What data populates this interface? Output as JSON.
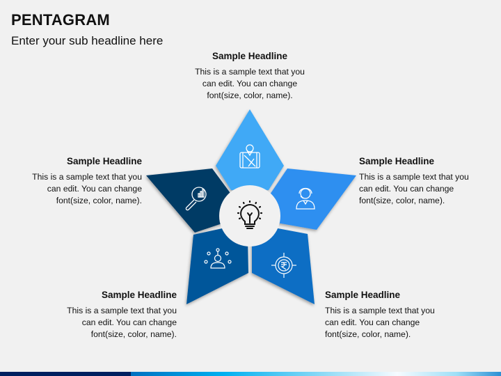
{
  "header": {
    "title": "PENTAGRAM",
    "subtitle": "Enter your sub headline here"
  },
  "items": [
    {
      "position": "top",
      "headline": "Sample Headline",
      "text": [
        "This is a sample text that you",
        "can edit. You can change",
        "font(size, color, name)."
      ],
      "icon": "map-location-icon",
      "color": "#41a9f6"
    },
    {
      "position": "left",
      "headline": "Sample Headline",
      "text": [
        "This is a sample text that you",
        "can edit. You can change",
        "font(size, color, name)."
      ],
      "icon": "wrench-gear-analytics-icon",
      "color": "#053a65"
    },
    {
      "position": "right",
      "headline": "Sample Headline",
      "text": [
        "This is a sample text that you",
        "can edit. You can change",
        "font(size, color, name)."
      ],
      "icon": "support-agent-headset-icon",
      "color": "#2e8ff0"
    },
    {
      "position": "bottom-left",
      "headline": "Sample Headline",
      "text": [
        "This is a sample text that you",
        "can edit. You can change",
        "font(size, color, name)."
      ],
      "icon": "person-network-icon",
      "color": "#06569a"
    },
    {
      "position": "bottom-right",
      "headline": "Sample Headline",
      "text": [
        "This is a sample text that you",
        "can edit. You can change",
        "font(size, color, name)."
      ],
      "icon": "rupee-target-icon",
      "color": "#0a6ec4"
    }
  ],
  "center": {
    "icon": "lightbulb-icon"
  },
  "colors": {
    "background": "#f1f1f1",
    "bar_dark": "#002060",
    "bar_accent": "#00b0f0"
  }
}
